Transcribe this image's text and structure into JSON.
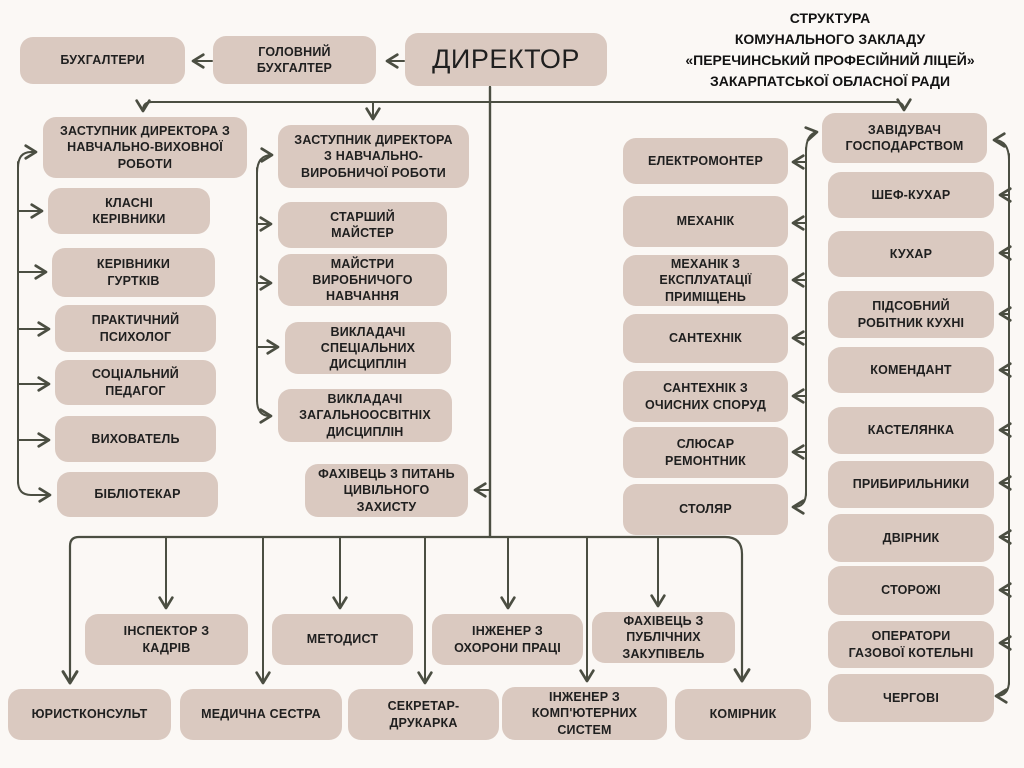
{
  "title": {
    "lines": [
      "СТРУКТУРА",
      "КОМУНАЛЬНОГО ЗАКЛАДУ",
      "«ПЕРЕЧИНСЬКИЙ ПРОФЕСІЙНИЙ ЛІЦЕЙ»",
      "ЗАКАРПАТСЬКОЇ ОБЛАСНОЇ РАДИ"
    ]
  },
  "palette": {
    "box_fill": "#dac9c0",
    "line_color": "#4b4e42",
    "background": "#fbf8f5",
    "text_color": "#1f1f1f"
  },
  "nodes": {
    "director": "ДИРЕКТОР",
    "chief_accountant": "ГОЛОВНИЙ\nБУХГАЛТЕР",
    "accountants": "БУХГАЛТЕРИ",
    "deputy_edu": "ЗАСТУПНИК ДИРЕКТОРА З\nНАВЧАЛЬНО-ВИХОВНОЇ\nРОБОТИ",
    "class_leaders": "КЛАСНІ\nКЕРІВНИКИ",
    "club_leaders": "КЕРІВНИКИ\nГУРТКІВ",
    "psychologist": "ПРАКТИЧНИЙ\nПСИХОЛОГ",
    "social_pedagogue": "СОЦІАЛЬНИЙ\nПЕДАГОГ",
    "educator": "ВИХОВАТЕЛЬ",
    "librarian": "БІБЛІОТЕКАР",
    "deputy_prod": "ЗАСТУПНИК ДИРЕКТОРА\nЗ НАВЧАЛЬНО-\nВИРОБНИЧОЇ РОБОТИ",
    "senior_master": "СТАРШИЙ\nМАЙСТЕР",
    "training_masters": "МАЙСТРИ\nВИРОБНИЧОГО\nНАВЧАННЯ",
    "special_teachers": "ВИКЛАДАЧІ\nСПЕЦІАЛЬНИХ\nДИСЦИПЛІН",
    "general_teachers": "ВИКЛАДАЧІ\nЗАГАЛЬНООСВІТНІХ\nДИСЦИПЛІН",
    "civil_defense": "ФАХІВЕЦЬ З ПИТАНЬ\nЦИВІЛЬНОГО\nЗАХИСТУ",
    "electrician": "ЕЛЕКТРОМОНТЕР",
    "mechanic": "МЕХАНІК",
    "mechanic_premises": "МЕХАНІК З\nЕКСПЛУАТАЦІЇ\nПРИМІЩЕНЬ",
    "plumber": "САНТЕХНІК",
    "plumber_treatment": "САНТЕХНІК З\nОЧИСНИХ СПОРУД",
    "repair_locksmith": "СЛЮСАР\nРЕМОНТНИК",
    "carpenter": "СТОЛЯР",
    "facility_manager": "ЗАВІДУВАЧ\nГОСПОДАРСТВОМ",
    "chef": "ШЕФ-КУХАР",
    "cook": "КУХАР",
    "kitchen_helper": "ПІДСОБНИЙ\nРОБІТНИК КУХНІ",
    "commandant": "КОМЕНДАНТ",
    "linen_keeper": "КАСТЕЛЯНКА",
    "cleaners": "ПРИБИРИЛЬНИКИ",
    "yard_keeper": "ДВІРНИК",
    "watchmen": "СТОРОЖІ",
    "boiler_operators": "ОПЕРАТОРИ\nГАЗОВОЇ КОТЕЛЬНІ",
    "duty_staff": "ЧЕРГОВІ",
    "hr_inspector": "ІНСПЕКТОР З\nКАДРІВ",
    "methodist": "МЕТОДИСТ",
    "safety_engineer": "ІНЖЕНЕР З\nОХОРОНИ ПРАЦІ",
    "procurement_specialist": "ФАХІВЕЦЬ З\nПУБЛІЧНИХ\nЗАКУПІВЕЛЬ",
    "legal_counsel": "ЮРИСТКОНСУЛЬТ",
    "nurse": "МЕДИЧНА СЕСТРА",
    "secretary_typist": "СЕКРЕТАР-\nДРУКАРКА",
    "computer_engineer": "ІНЖЕНЕР З\nКОМП'ЮТЕРНИХ\nСИСТЕМ",
    "storekeeper": "КОМІРНИК"
  }
}
